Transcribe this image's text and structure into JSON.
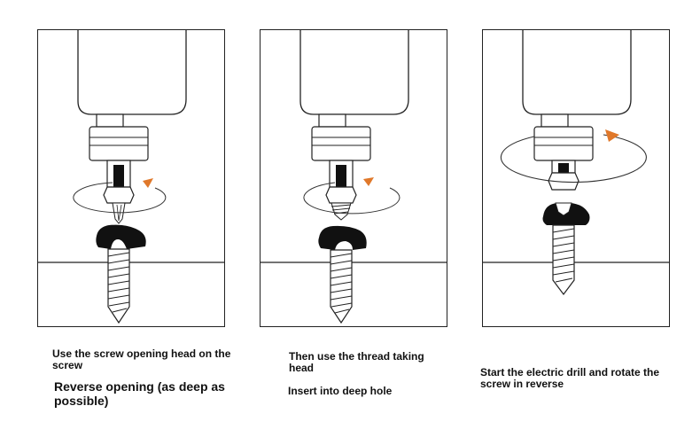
{
  "colors": {
    "line": "#222222",
    "arrow": "#e0782a",
    "screw_head": "#111111",
    "background": "#ffffff"
  },
  "steps": [
    {
      "caption_lines": [
        "Use the screw opening head on the screw",
        "Reverse opening (as deep as possible)"
      ]
    },
    {
      "caption_lines": [
        "Then use the thread taking head",
        "Insert into deep hole"
      ]
    },
    {
      "caption_lines": [
        "Start the electric drill and rotate the screw in reverse"
      ]
    }
  ]
}
